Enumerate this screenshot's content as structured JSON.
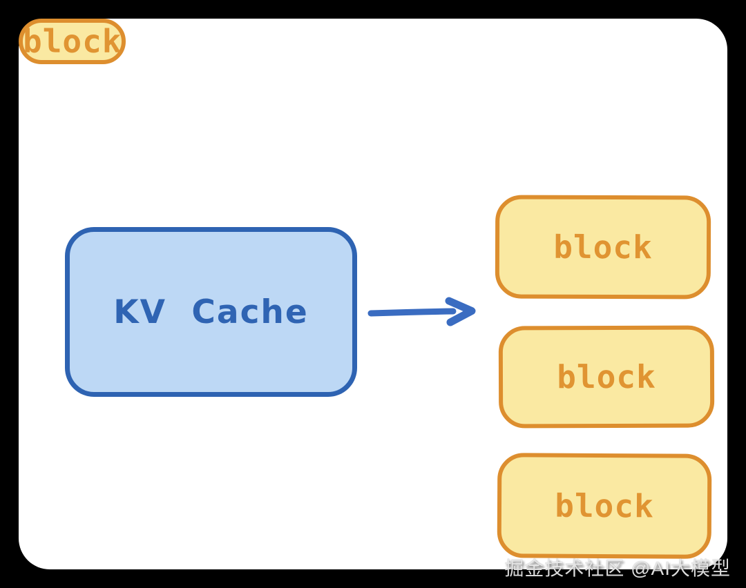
{
  "diagram": {
    "source_node": {
      "label": "KV Cache"
    },
    "arrow": {
      "direction": "right",
      "from": "KV Cache",
      "to": "blocks"
    },
    "blocks": [
      {
        "label": "block"
      },
      {
        "label": "block"
      },
      {
        "label": "block"
      },
      {
        "label": "block"
      }
    ],
    "colors": {
      "frame_bg": "#000000",
      "canvas_bg": "#ffffff",
      "source_fill": "#bdd8f5",
      "source_border": "#2e63b2",
      "source_text": "#2f64b3",
      "arrow": "#3a6cc1",
      "block_fill": "#fae9a2",
      "block_border": "#dd8e2e",
      "block_text": "#e09432"
    }
  },
  "watermark": {
    "text": "掘金技术社区 @AI大模型"
  }
}
